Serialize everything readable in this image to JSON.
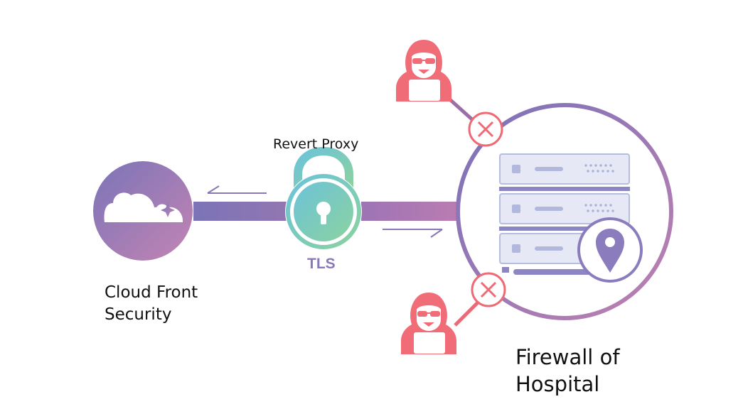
{
  "labels": {
    "proxy": "Revert Proxy",
    "tls": "TLS",
    "cloud_line1": "Cloud Front",
    "cloud_line2": "Security",
    "firewall_line1": "Firewall of",
    "firewall_line2": "Hospital"
  },
  "colors": {
    "purple": "#7c74b6",
    "pink": "#b37cb0",
    "teal_light": "#6cc3d4",
    "teal_green": "#84d0a6",
    "red": "#ee6a74",
    "server_fill": "#e6e9f5",
    "server_stroke": "#b2b8dc"
  },
  "icons": {
    "cloud": "cloud-icon",
    "lock": "padlock-icon",
    "server": "server-stack-icon",
    "location": "map-pin-icon",
    "hacker": "hooded-hacker-icon",
    "blocked": "x-circle-icon"
  }
}
